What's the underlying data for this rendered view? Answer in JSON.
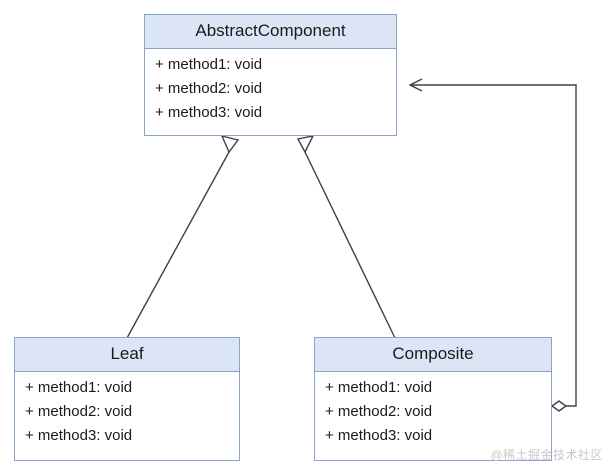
{
  "diagram": {
    "type": "uml-class-diagram",
    "classes": [
      {
        "id": "abstract-component",
        "name": "AbstractComponent",
        "members": [
          "+ method1: void",
          "+ method2: void",
          "+ method3: void"
        ]
      },
      {
        "id": "leaf",
        "name": "Leaf",
        "members": [
          "+ method1: void",
          "+ method2: void",
          "+ method3: void"
        ]
      },
      {
        "id": "composite",
        "name": "Composite",
        "members": [
          "+ method1: void",
          "+ method2: void",
          "+ method3: void"
        ]
      }
    ],
    "relations": [
      {
        "from": "Leaf",
        "to": "AbstractComponent",
        "type": "generalization"
      },
      {
        "from": "Composite",
        "to": "AbstractComponent",
        "type": "generalization"
      },
      {
        "from": "Composite",
        "to": "AbstractComponent",
        "type": "aggregation"
      }
    ],
    "colors": {
      "header_fill": "#dbe5f6",
      "border": "#8aa4c8",
      "line": "#404040",
      "text": "#1a1a1a"
    }
  },
  "watermark": {
    "text": "@稀土掘金技术社区"
  }
}
